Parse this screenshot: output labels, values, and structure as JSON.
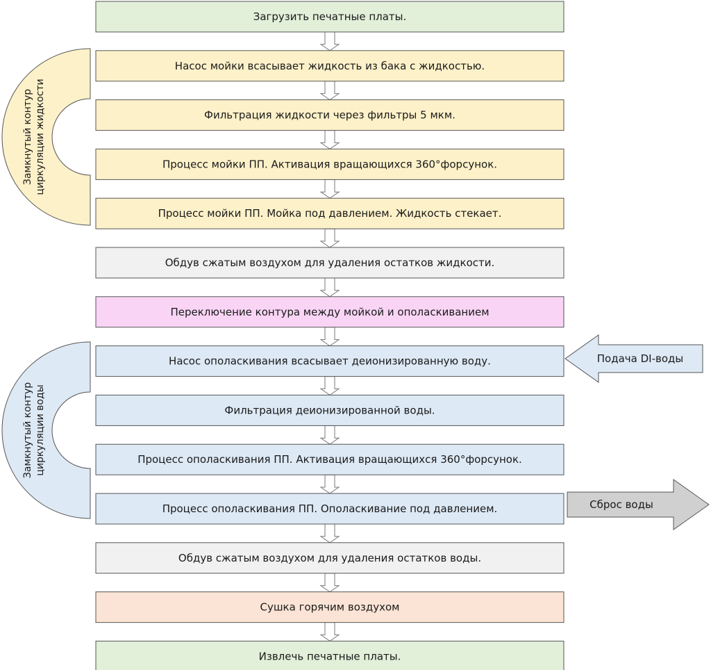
{
  "steps": [
    {
      "label": "Загрузить печатные платы.",
      "color": "#e2efd9"
    },
    {
      "label": "Насос мойки всасывает жидкость из бака с жидкостью.",
      "color": "#fdf1c9"
    },
    {
      "label": "Фильтрация жидкости через фильтры 5 мкм.",
      "color": "#fdf1c9"
    },
    {
      "label": "Процесс мойки ПП. Активация вращающихся 360°форсунок.",
      "color": "#fdf1c9"
    },
    {
      "label": "Процесс мойки ПП. Мойка под давлением. Жидкость стекает.",
      "color": "#fdf1c9"
    },
    {
      "label": "Обдув сжатым воздухом для удаления остатков жидкости.",
      "color": "#f1f1f1"
    },
    {
      "label": "Переключение контура между мойкой и ополаскиванием",
      "color": "#f9d4f5"
    },
    {
      "label": "Насос ополаскивания всасывает деионизированную воду.",
      "color": "#dde9f5"
    },
    {
      "label": "Фильтрация деионизированной воды.",
      "color": "#dde9f5"
    },
    {
      "label": "Процесс ополаскивания ПП. Активация вращающихся 360°форсунок.",
      "color": "#dde9f5"
    },
    {
      "label": "Процесс ополаскивания ПП. Ополаскивание под давлением.",
      "color": "#dde9f5"
    },
    {
      "label": "Обдув сжатым воздухом для удаления остатков воды.",
      "color": "#f1f1f1"
    },
    {
      "label": "Сушка горячим воздухом",
      "color": "#fbe4d5"
    },
    {
      "label": "Извлечь печатные платы.",
      "color": "#e2efd9"
    }
  ],
  "loops": [
    {
      "line1": "Замкнутый контур",
      "line2": "циркуляции жидкости",
      "color": "#fdf1c9"
    },
    {
      "line1": "Замкнутый контур",
      "line2": "циркуляции воды",
      "color": "#dde9f5"
    }
  ],
  "external": {
    "inlet": {
      "label": "Подача DI-воды",
      "color": "#dde9f5"
    },
    "outlet": {
      "label": "Сброс воды",
      "color": "#d0d0d0"
    }
  },
  "colors": {
    "border": "#555555",
    "connector": "#777777"
  }
}
